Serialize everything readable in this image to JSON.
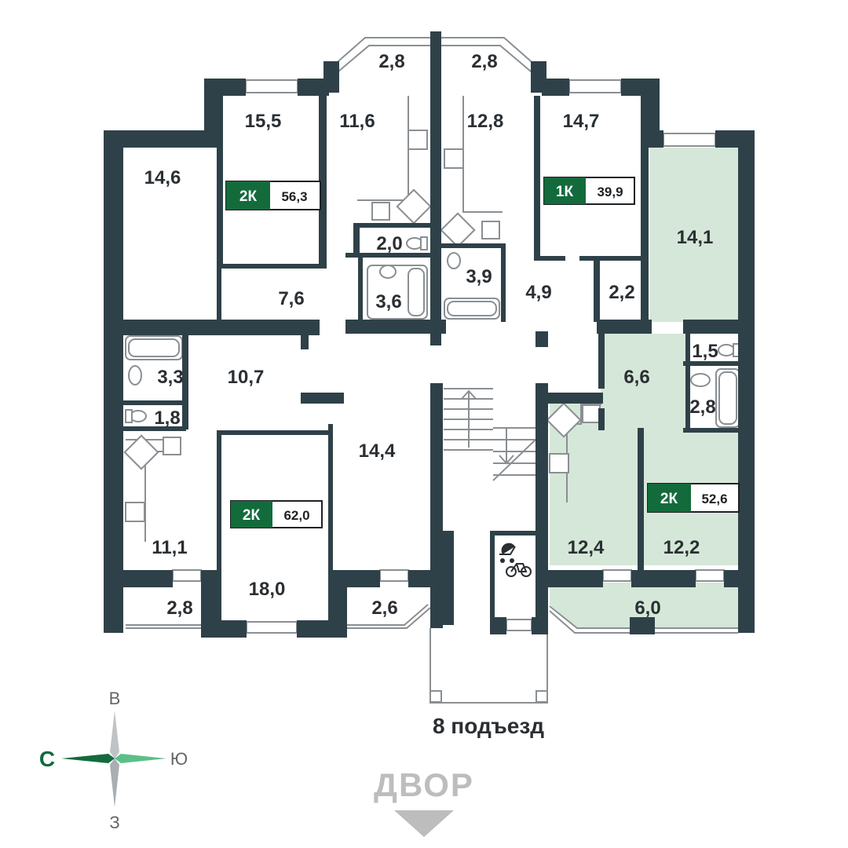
{
  "colors": {
    "wall": "#2f4148",
    "highlight_fill": "#d5e7d8",
    "badge_green": "#136b3c",
    "accent_green": "#1a8a4d",
    "label": "#2a2f33",
    "yard_gray": "#bdbdbd"
  },
  "rooms": [
    {
      "id": "r1",
      "label": "14,6"
    },
    {
      "id": "r2",
      "label": "15,5"
    },
    {
      "id": "r3",
      "label": "11,6"
    },
    {
      "id": "r4",
      "label": "2,8"
    },
    {
      "id": "r5",
      "label": "2,8"
    },
    {
      "id": "r6",
      "label": "12,8"
    },
    {
      "id": "r7",
      "label": "14,7"
    },
    {
      "id": "r8",
      "label": "14,1"
    },
    {
      "id": "r9",
      "label": "2,0"
    },
    {
      "id": "r10",
      "label": "3,6"
    },
    {
      "id": "r11",
      "label": "7,6"
    },
    {
      "id": "r12",
      "label": "3,9"
    },
    {
      "id": "r13",
      "label": "4,9"
    },
    {
      "id": "r14",
      "label": "2,2"
    },
    {
      "id": "r15",
      "label": "3,3"
    },
    {
      "id": "r16",
      "label": "10,7"
    },
    {
      "id": "r17",
      "label": "1,8"
    },
    {
      "id": "r18",
      "label": "14,4"
    },
    {
      "id": "r19",
      "label": "6,6"
    },
    {
      "id": "r20",
      "label": "1,5"
    },
    {
      "id": "r21",
      "label": "2,8"
    },
    {
      "id": "r22",
      "label": "11,1"
    },
    {
      "id": "r23",
      "label": "18,0"
    },
    {
      "id": "r24",
      "label": "12,4"
    },
    {
      "id": "r25",
      "label": "12,2"
    },
    {
      "id": "r26",
      "label": "2,8"
    },
    {
      "id": "r27",
      "label": "2,6"
    },
    {
      "id": "r28",
      "label": "6,0"
    }
  ],
  "apartments": [
    {
      "type": "2К",
      "area": "56,3"
    },
    {
      "type": "1К",
      "area": "39,9"
    },
    {
      "type": "2К",
      "area": "62,0"
    },
    {
      "type": "2К",
      "area": "52,6"
    }
  ],
  "entrance_label": "8 подъезд",
  "yard_label": "ДВОР",
  "compass": {
    "north": "С",
    "east": "В",
    "south": "Ю",
    "west": "З"
  },
  "icons": {
    "arrow": "down-arrow-icon",
    "stroller": "stroller-icon",
    "bicycle": "bicycle-icon"
  }
}
